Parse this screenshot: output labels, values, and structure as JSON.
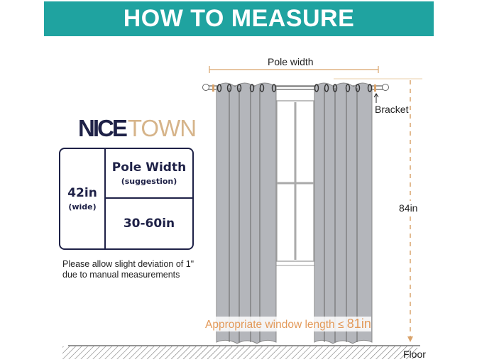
{
  "header": {
    "title": "HOW TO MEASURE"
  },
  "brand": {
    "part1": "NICE",
    "part2": "TOWN"
  },
  "size_table": {
    "panel_width": "42in",
    "panel_width_note": "(wide)",
    "pole_label": "Pole Width",
    "pole_note": "(suggestion)",
    "pole_range": "30-60in"
  },
  "note": {
    "line1": "Please allow slight deviation of 1\"",
    "line2": "due to manual measurements"
  },
  "diagram": {
    "pole_width_label": "Pole width",
    "bracket_label": "Bracket",
    "height_label": "84in",
    "floor_label": "Floor",
    "window_length_text": "Appropriate window length ≤ ",
    "window_length_value": "81in"
  },
  "colors": {
    "banner": "#1fa3a0",
    "brand_dark": "#1e2147",
    "brand_gold": "#d6b48a",
    "annotation_orange": "#e39a5a",
    "curtain_gray": "#b4b6bb"
  }
}
